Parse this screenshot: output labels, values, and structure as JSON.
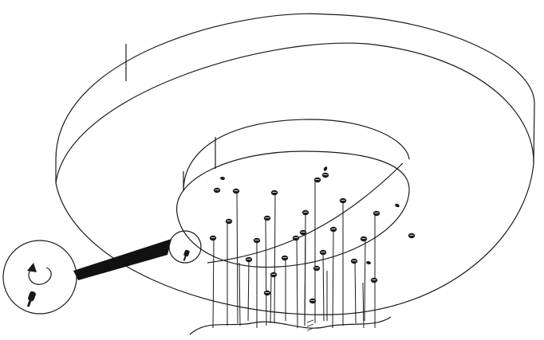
{
  "diagram": {
    "kind": "line-drawing",
    "subject": "ceiling-fixture-wiring-and-screw-installation",
    "stroke_color": "#1a1a1a",
    "background_color": "#ffffff",
    "callout_fill": "#111111",
    "screws_shown": 26,
    "wires_shown": 22
  }
}
